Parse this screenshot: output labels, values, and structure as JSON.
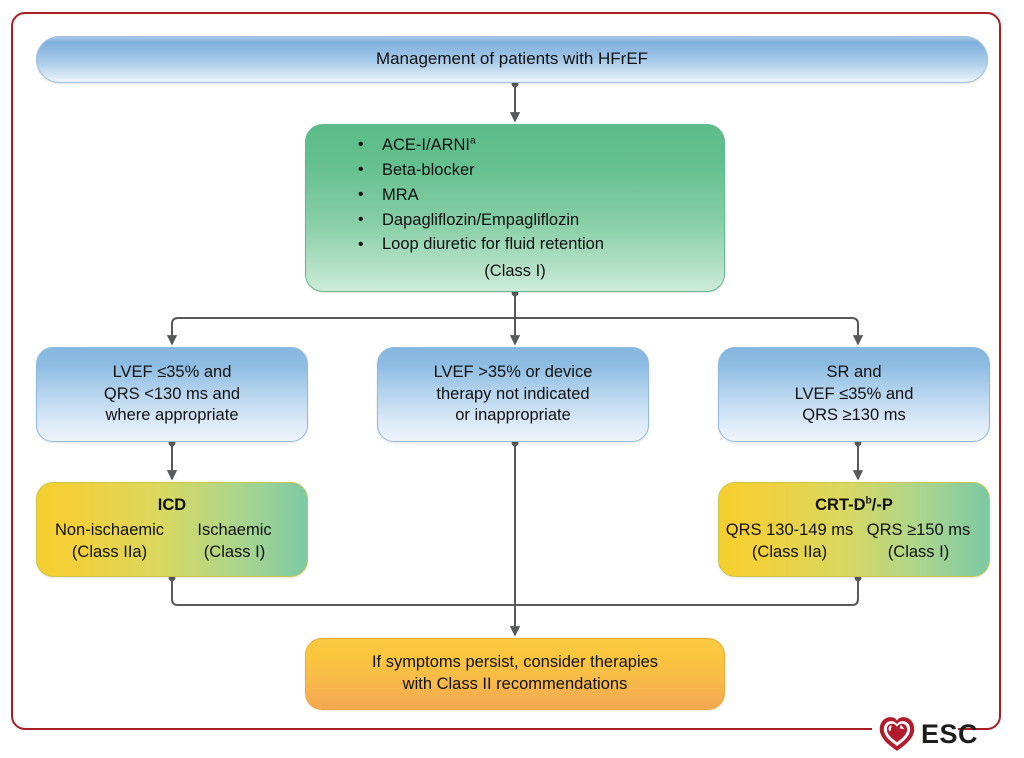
{
  "figure": {
    "title": "Management of patients with HFrEF",
    "border_color": "#a81f26"
  },
  "therapy_box": {
    "items": [
      "ACE-I/ARNI",
      "Beta-blocker",
      "MRA",
      "Dapagliflozin/Empagliflozin",
      "Loop diuretic for fluid retention"
    ],
    "item_superscripts": [
      "a",
      "",
      "",
      "",
      ""
    ],
    "class_label": "(Class I)",
    "color_start": "#5cbc8a",
    "color_end": "#cdecd9"
  },
  "criteria": [
    {
      "id": "lvef-low-narrow-qrs",
      "lines": [
        "LVEF ≤35% and",
        "QRS <130 ms and",
        "where appropriate"
      ]
    },
    {
      "id": "no-device-therapy",
      "lines": [
        "LVEF >35% or device",
        "therapy not indicated",
        "or inappropriate"
      ]
    },
    {
      "id": "sr-wide-qrs",
      "lines": [
        "SR and",
        "LVEF ≤35% and",
        "QRS ≥130 ms"
      ]
    }
  ],
  "devices": [
    {
      "id": "icd",
      "title": "ICD",
      "title_superscript": "",
      "columns": [
        {
          "label": "Non-ischaemic",
          "class_label": "(Class IIa)"
        },
        {
          "label": "Ischaemic",
          "class_label": "(Class I)"
        }
      ]
    },
    {
      "id": "crt",
      "title": "CRT-D",
      "title_superscript": "b",
      "title_suffix": "/-P",
      "columns": [
        {
          "label": "QRS 130-149 ms",
          "class_label": "(Class IIa)"
        },
        {
          "label": "QRS ≥150 ms",
          "class_label": "(Class I)"
        }
      ]
    }
  ],
  "outcome": {
    "lines": [
      "If symptoms persist, consider therapies",
      "with Class II recommendations"
    ],
    "color_start": "#fbc940",
    "color_end": "#f3a64f"
  },
  "logo": {
    "text": "ESC",
    "icon": "heart-icon",
    "color": "#b01c2e"
  },
  "connector_color": "#58595b"
}
